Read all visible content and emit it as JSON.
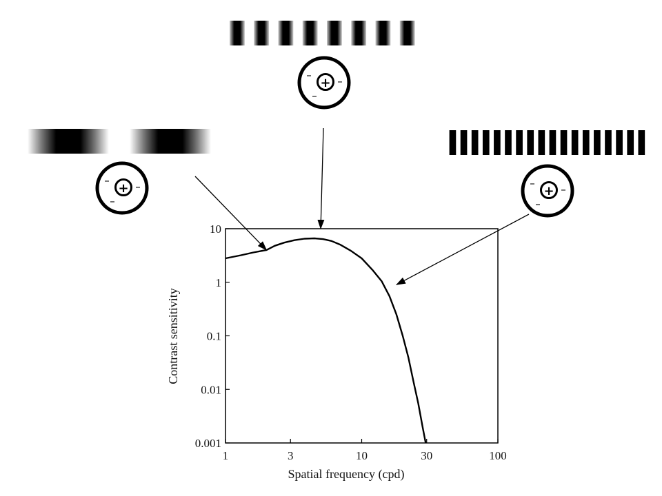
{
  "chart_data": {
    "type": "line",
    "xlabel": "Spatial frequency (cpd)",
    "ylabel": "Contrast sensitivity",
    "x_scale": "log",
    "y_scale": "log",
    "xlim": [
      1,
      100
    ],
    "ylim": [
      0.001,
      10
    ],
    "x_ticks": [
      1,
      3,
      10,
      30,
      100
    ],
    "x_tick_labels": [
      "1",
      "3",
      "10",
      "30",
      "100"
    ],
    "y_ticks": [
      0.001,
      0.01,
      0.1,
      1,
      10
    ],
    "y_tick_labels": [
      "0.001",
      "0.01",
      "0.1",
      "1",
      "10"
    ],
    "grid": false,
    "series": [
      {
        "x": [
          1,
          1.3,
          1.6,
          2.0,
          2.3,
          2.7,
          3.2,
          3.8,
          4.5,
          5.2,
          6.0,
          7.0,
          8.3,
          10,
          12,
          14,
          16,
          18,
          20,
          22,
          24,
          26,
          28,
          29.5
        ],
        "y": [
          2.8,
          3.2,
          3.6,
          4.0,
          4.8,
          5.5,
          6.1,
          6.5,
          6.6,
          6.4,
          5.9,
          5.0,
          3.9,
          2.8,
          1.7,
          1.05,
          0.55,
          0.25,
          0.1,
          0.04,
          0.014,
          0.0055,
          0.002,
          0.001
        ]
      }
    ],
    "annotations": [
      {
        "target_x": 2.0,
        "target_y": 4.0,
        "stimulus_cycles": 2,
        "receptive_field_signs": {
          "center": "+",
          "surround": "–"
        }
      },
      {
        "target_x": 5.0,
        "target_y": 10,
        "stimulus_cycles": 8,
        "receptive_field_signs": {
          "center": "+",
          "surround": "–"
        }
      },
      {
        "target_x": 18,
        "target_y": 0.9,
        "stimulus_cycles": 18,
        "receptive_field_signs": {
          "center": "+",
          "surround": "–"
        }
      }
    ]
  }
}
